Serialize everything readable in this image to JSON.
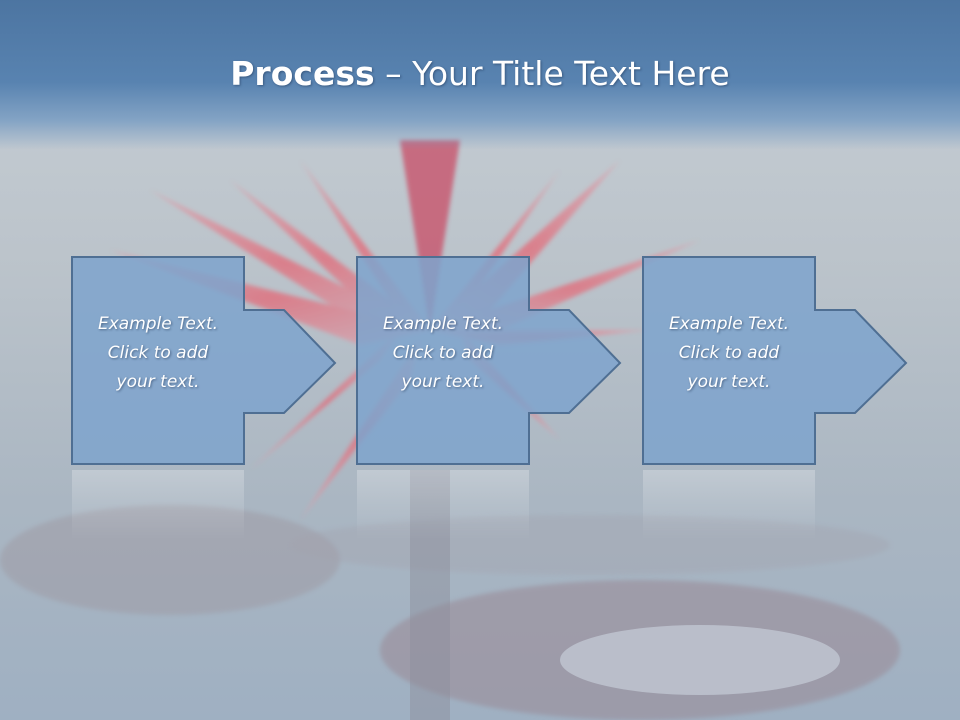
{
  "slide": {
    "title_bold": "Process",
    "title_rest": " – Your Title Text Here"
  },
  "steps": [
    {
      "text": "Example Text.\nClick  to add\nyour text."
    },
    {
      "text": "Example Text.\nClick  to add\nyour text."
    },
    {
      "text": "Example Text.\nClick  to add\nyour text."
    }
  ],
  "colors": {
    "box_fill": "#7ea3cc",
    "box_stroke": "#4f6f93",
    "title_band": "#4a73a0",
    "flower": "#e0505f"
  },
  "icons": {
    "step_arrow": "right-arrow-icon"
  }
}
